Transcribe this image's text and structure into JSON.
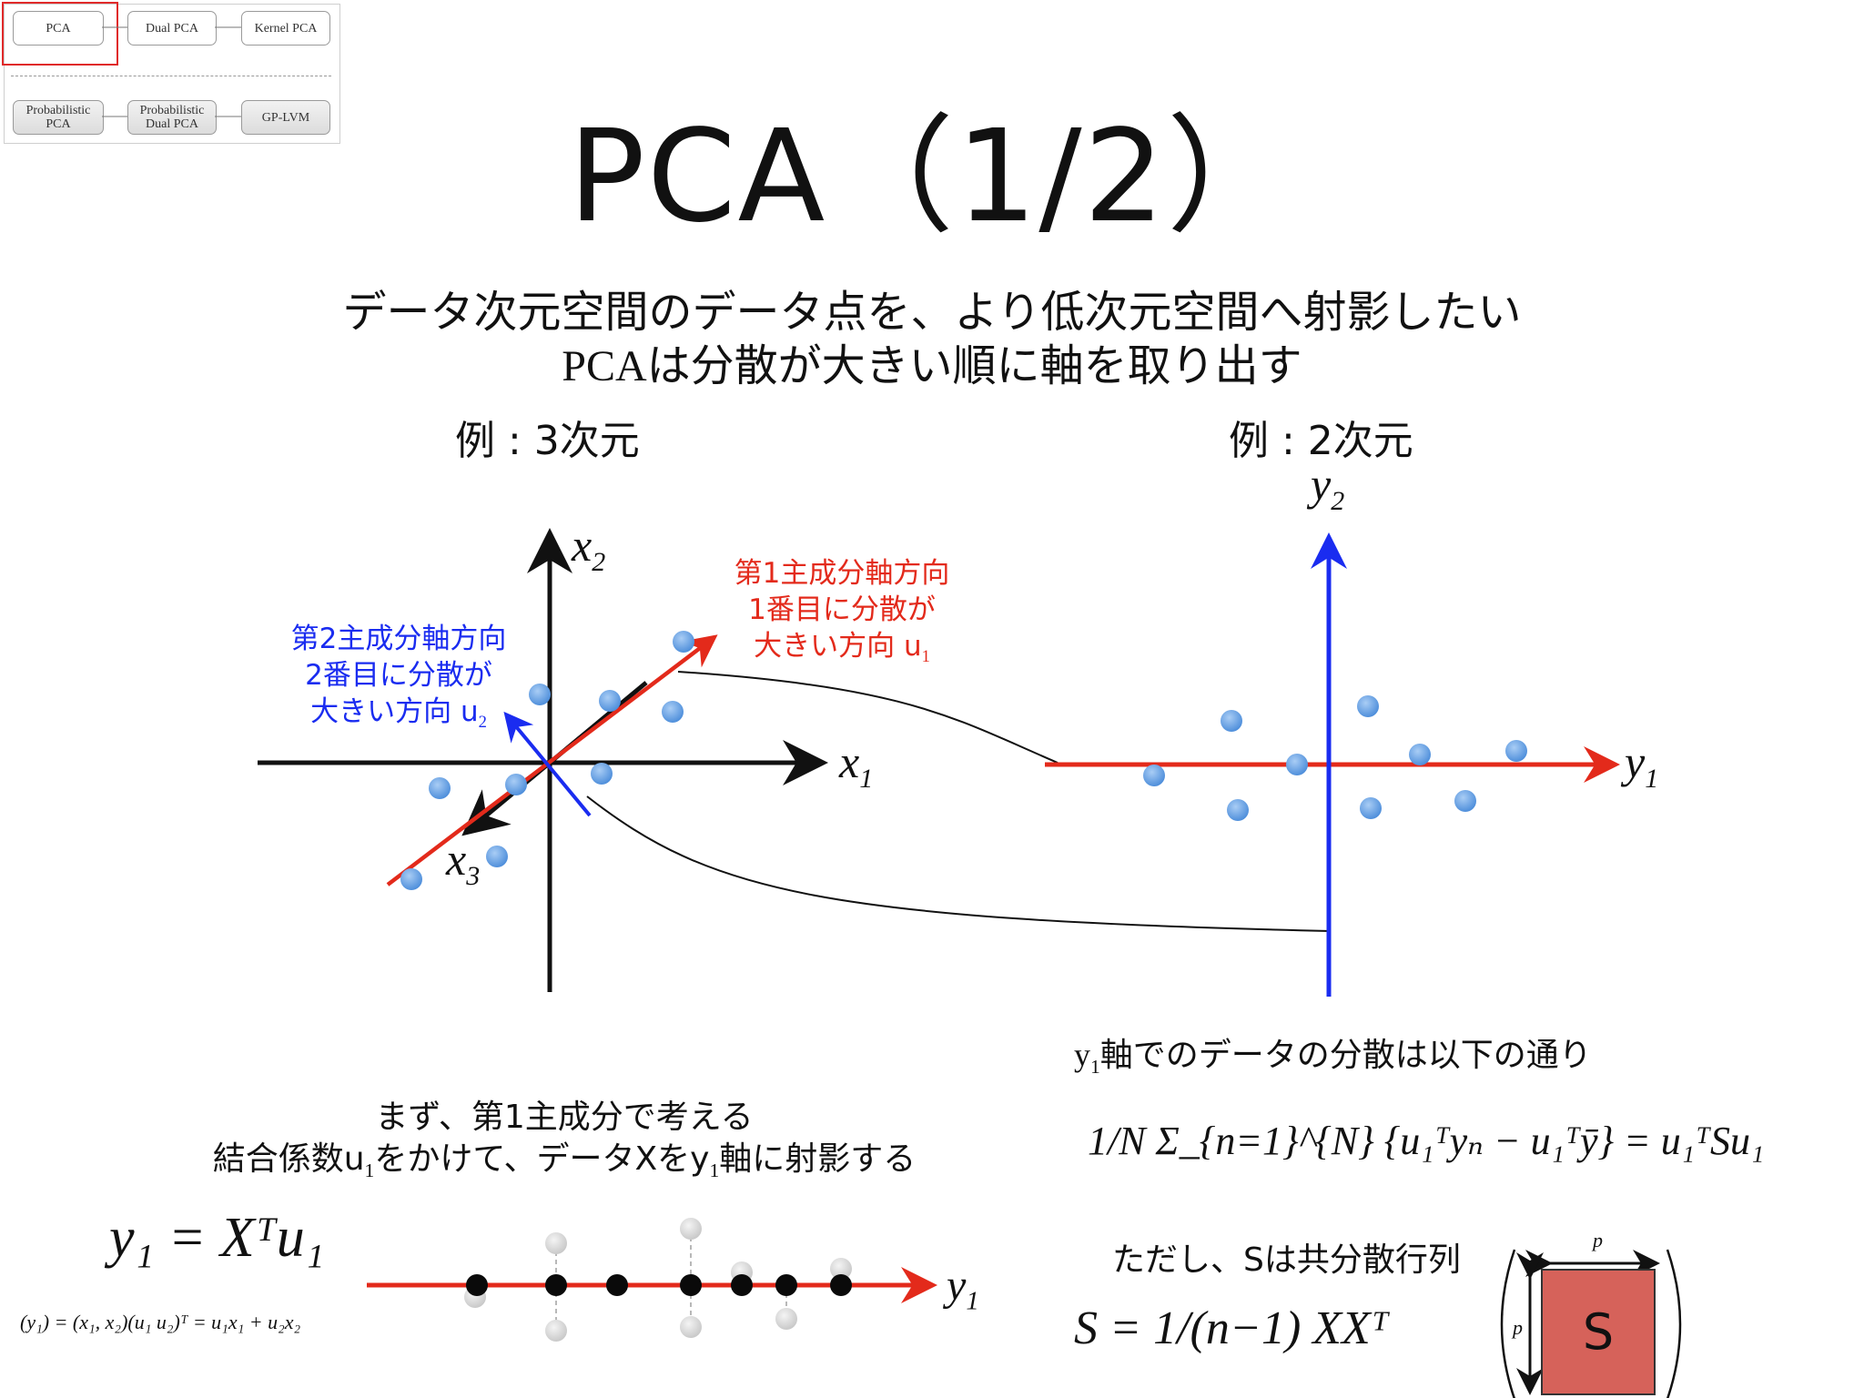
{
  "nav": {
    "top_row": [
      "PCA",
      "Dual PCA",
      "Kernel PCA"
    ],
    "bottom_row": [
      "Probabilistic PCA",
      "Probabilistic Dual PCA",
      "GP-LVM"
    ],
    "active": "PCA"
  },
  "title": "PCA（1/2）",
  "subtitle_line1": "データ次元空間のデータ点を、より低次元空間へ射影したい",
  "subtitle_line2": "PCAは分散が大きい順に軸を取り出す",
  "example_left": "例 : 3次元",
  "example_right": "例 : 2次元",
  "axes3d": {
    "x1": "x",
    "x1_sub": "1",
    "x2": "x",
    "x2_sub": "2",
    "x3": "x",
    "x3_sub": "3"
  },
  "axes2d": {
    "y1": "y",
    "y1_sub": "1",
    "y2": "y",
    "y2_sub": "2"
  },
  "pc1": {
    "line1": "第1主成分軸方向",
    "line2": "1番目に分散が",
    "line3": "大きい方向 u",
    "sub": "1"
  },
  "pc2": {
    "line1": "第2主成分軸方向",
    "line2": "2番目に分散が",
    "line3": "大きい方向 u",
    "sub": "2"
  },
  "bottom_left": {
    "line1": "まず、第1主成分で考える",
    "line2a": "結合係数u",
    "line2b": "をかけて、データXをy",
    "line2c": "軸に射影する",
    "sub": "1",
    "eq_main": "y₁ = Xᵀu₁",
    "eq_expand": "(y₁) = (x₁, x₂)(u₁ u₂)ᵀ = u₁x₁ + u₂x₂",
    "proj_axis": "y",
    "proj_axis_sub": "1"
  },
  "bottom_right": {
    "head_a": "y",
    "head_sub": "1",
    "head_b": "軸でのデータの分散は以下の通り",
    "variance_eq": "1/N Σ_{n=1}^{N} {u₁ᵀyₙ − u₁ᵀȳ} = u₁ᵀSu₁",
    "note": "ただし、Sは共分散行列",
    "cov_eq": "S = 1/(n−1) XXᵀ",
    "matrix_label": "S",
    "dim": "p"
  },
  "colors": {
    "red": "#e32a1b",
    "blue": "#1a2cf0",
    "point": "#5b9be0",
    "matrix": "#d6625a"
  }
}
